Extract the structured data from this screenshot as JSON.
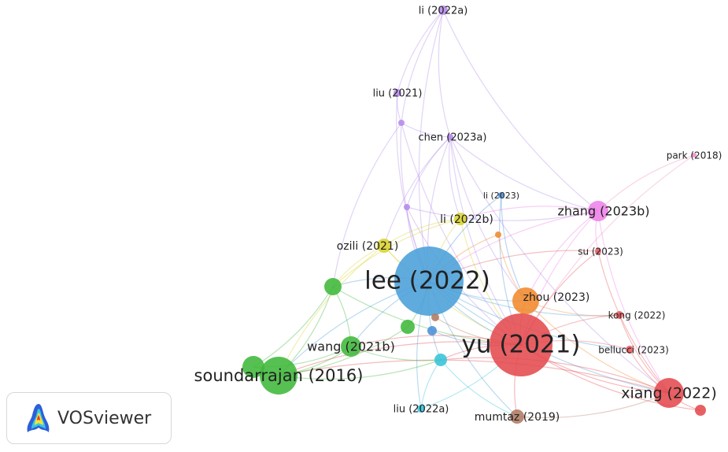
{
  "app": {
    "name": "VOSviewer"
  },
  "network": {
    "nodes": [
      {
        "id": "li2022a",
        "label": "li (2022a)",
        "color": "#b48bea",
        "cluster": "purple"
      },
      {
        "id": "liu2021",
        "label": "liu (2021)",
        "color": "#b48bea",
        "cluster": "purple"
      },
      {
        "id": "chen2023a",
        "label": "chen (2023a)",
        "color": "#b48bea",
        "cluster": "purple"
      },
      {
        "id": "park2018",
        "label": "park (2018)",
        "color": "#f090c8",
        "cluster": "pink"
      },
      {
        "id": "li2023",
        "label": "li (2023)",
        "color": "#4a90d9",
        "cluster": "blue"
      },
      {
        "id": "zhang2023b",
        "label": "zhang (2023b)",
        "color": "#ee82e8",
        "cluster": "pink"
      },
      {
        "id": "li2022b",
        "label": "li (2022b)",
        "color": "#d9d32e",
        "cluster": "yellow"
      },
      {
        "id": "ozili2021",
        "label": "ozili (2021)",
        "color": "#d9d32e",
        "cluster": "yellow"
      },
      {
        "id": "su2023",
        "label": "su (2023)",
        "color": "#e8595f",
        "cluster": "red"
      },
      {
        "id": "lee2022",
        "label": "lee (2022)",
        "color": "#4a9fd8",
        "cluster": "blue"
      },
      {
        "id": "zhou2023",
        "label": "zhou (2023)",
        "color": "#f08a2c",
        "cluster": "orange"
      },
      {
        "id": "kong2022",
        "label": "kong (2022)",
        "color": "#e8595f",
        "cluster": "red"
      },
      {
        "id": "wang2021b",
        "label": "wang (2021b)",
        "color": "#3fb83a",
        "cluster": "green"
      },
      {
        "id": "yu2021",
        "label": "yu (2021)",
        "color": "#e44a4f",
        "cluster": "red"
      },
      {
        "id": "bellucci2023",
        "label": "bellucci (2023)",
        "color": "#e8595f",
        "cluster": "red"
      },
      {
        "id": "soundarrajan2016",
        "label": "soundarrajan (2016)",
        "color": "#3fb83a",
        "cluster": "green"
      },
      {
        "id": "xiang2022",
        "label": "xiang (2022)",
        "color": "#e44a4f",
        "cluster": "red"
      },
      {
        "id": "liu2022a",
        "label": "liu (2022a)",
        "color": "#35c4d8",
        "cluster": "cyan"
      },
      {
        "id": "mumtaz2019",
        "label": "mumtaz (2019)",
        "color": "#b07a62",
        "cluster": "brown"
      },
      {
        "id": "u_cyan",
        "label": "",
        "color": "#35c4d8",
        "cluster": "cyan"
      },
      {
        "id": "u_green1",
        "label": "",
        "color": "#3fb83a",
        "cluster": "green"
      },
      {
        "id": "u_green2",
        "label": "",
        "color": "#3fb83a",
        "cluster": "green"
      },
      {
        "id": "u_green3",
        "label": "",
        "color": "#3fb83a",
        "cluster": "green"
      },
      {
        "id": "u_purple1",
        "label": "",
        "color": "#b48bea",
        "cluster": "purple"
      },
      {
        "id": "u_purple2",
        "label": "",
        "color": "#b48bea",
        "cluster": "purple"
      },
      {
        "id": "u_red1",
        "label": "",
        "color": "#e44a4f",
        "cluster": "red"
      },
      {
        "id": "u_blue1",
        "label": "",
        "color": "#4a90d9",
        "cluster": "blue"
      },
      {
        "id": "u_brown1",
        "label": "",
        "color": "#b07a62",
        "cluster": "brown"
      },
      {
        "id": "u_orange1",
        "label": "",
        "color": "#f08a2c",
        "cluster": "orange"
      }
    ]
  }
}
